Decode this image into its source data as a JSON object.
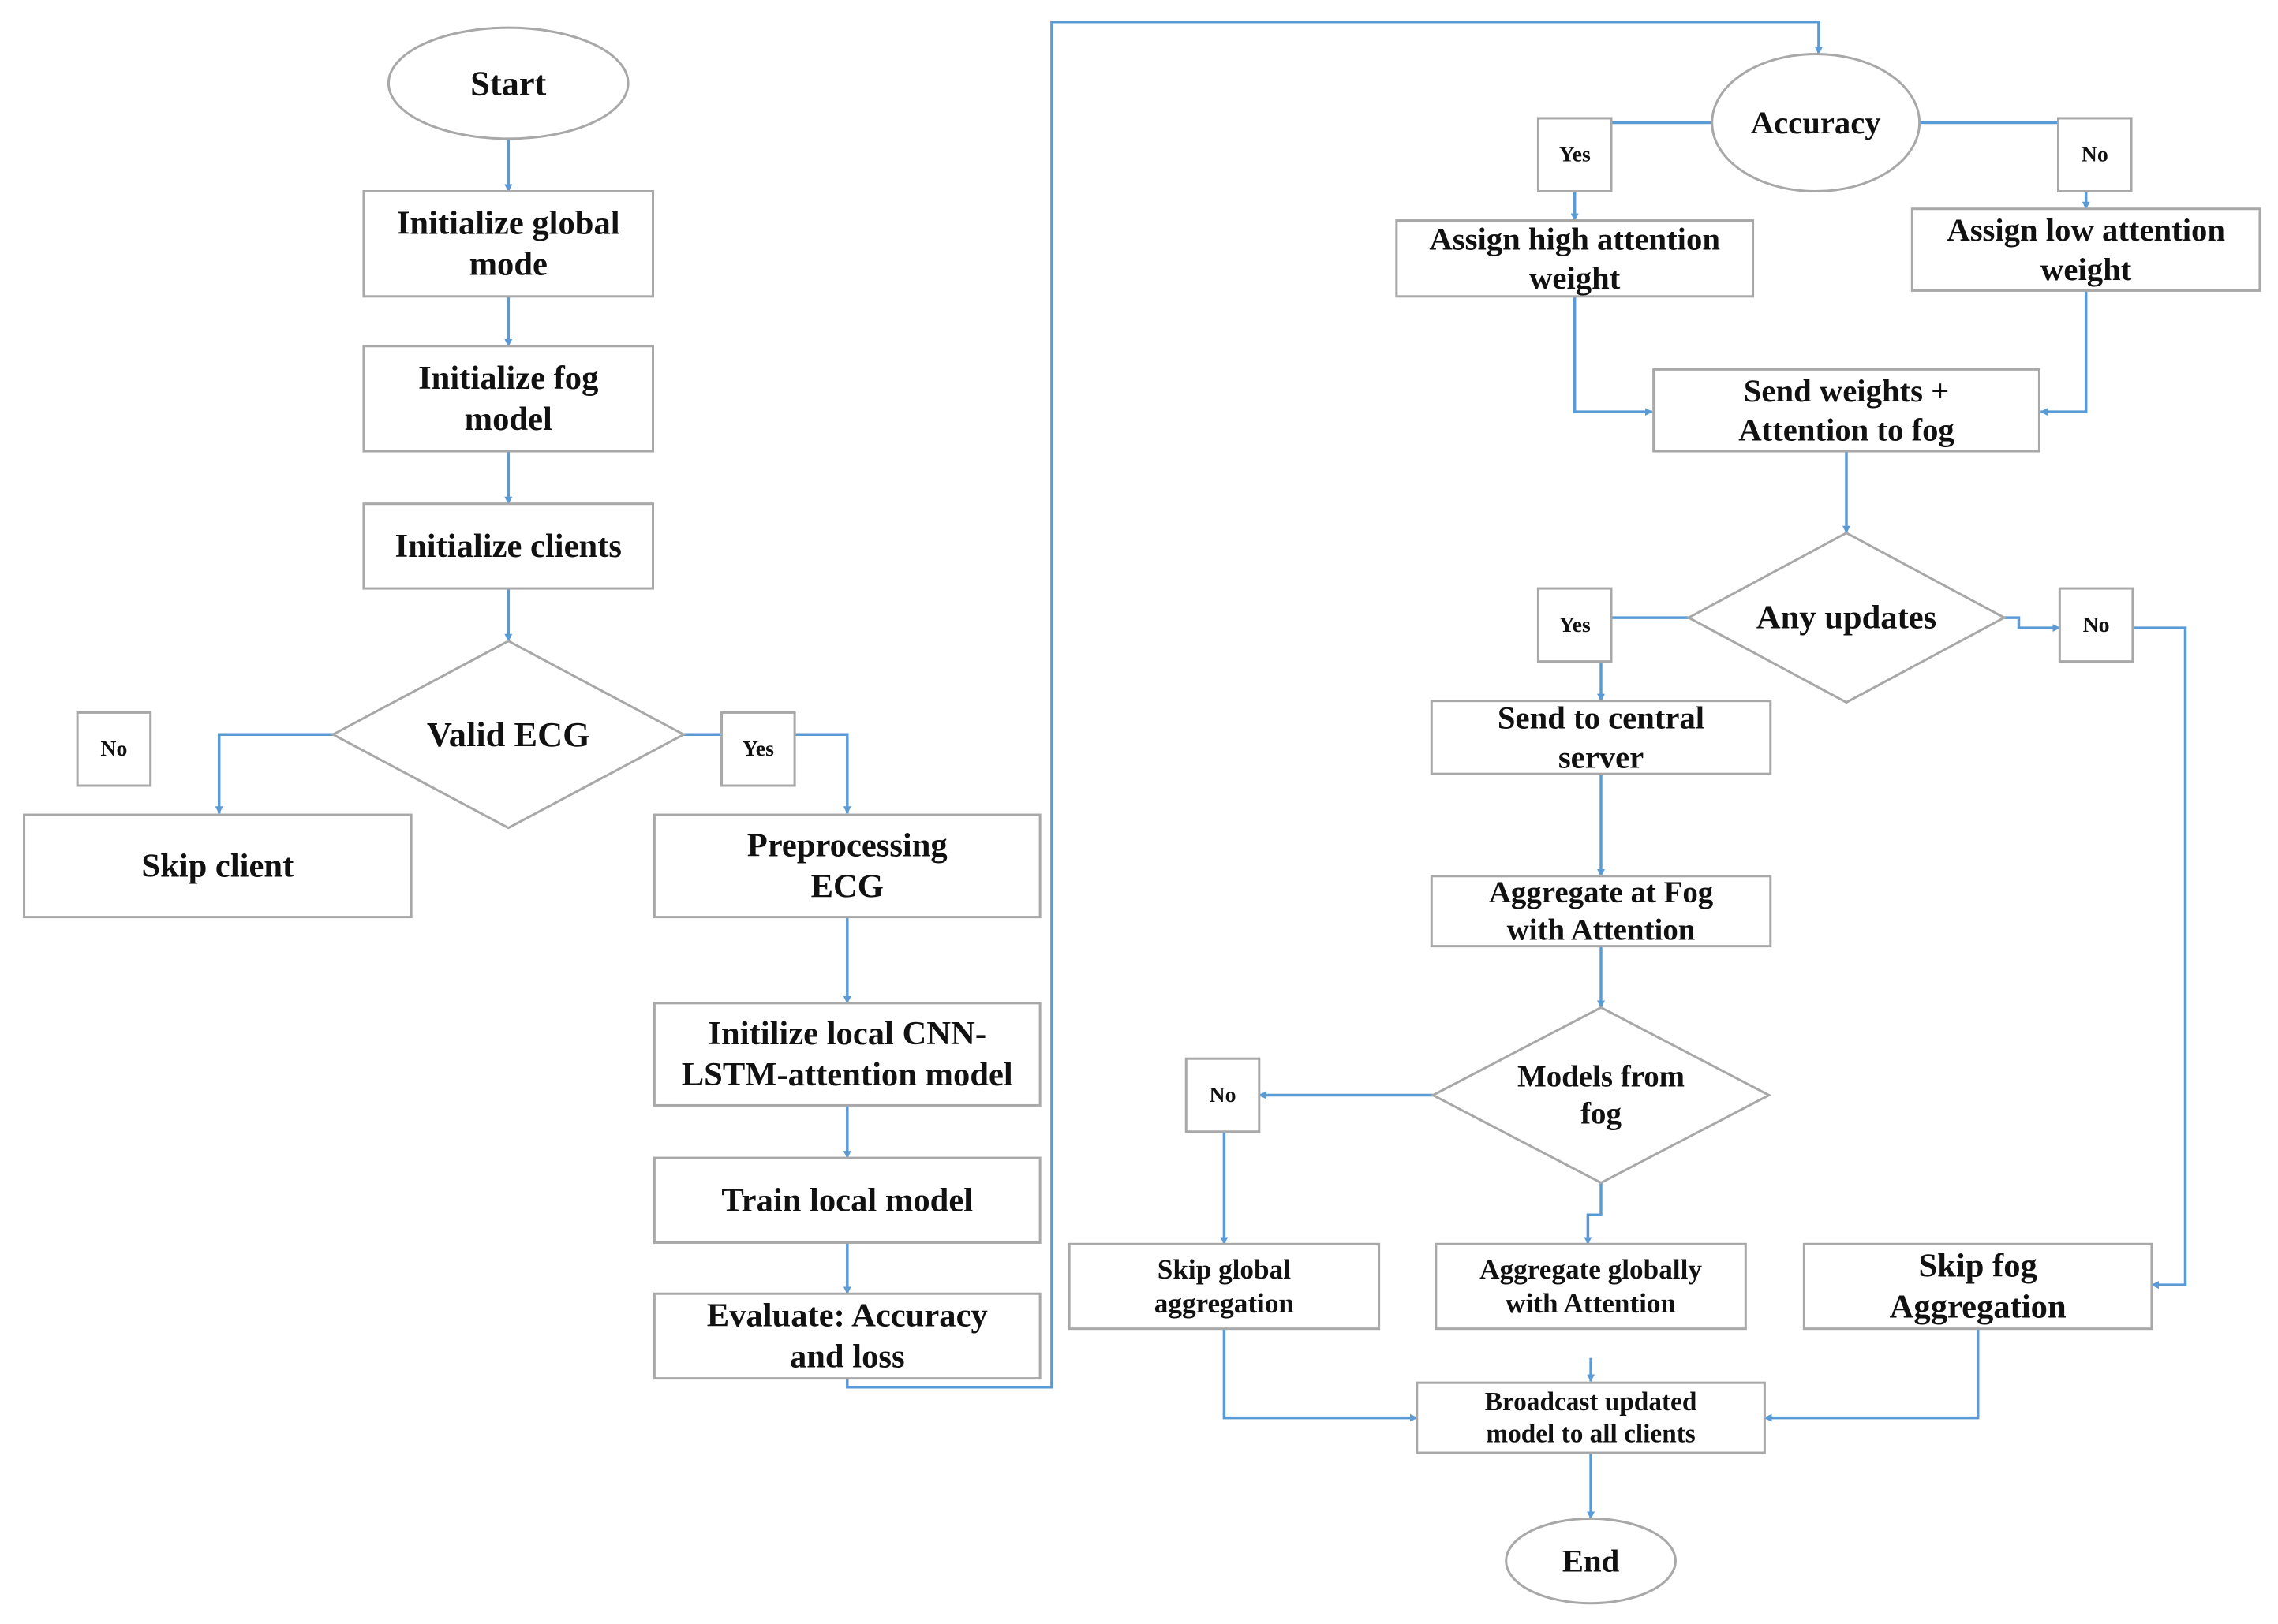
{
  "colors": {
    "connector": "#5b9bd5",
    "node_border": "#a8a8a8",
    "text": "#111111"
  },
  "nodes": [
    {
      "id": "start",
      "shape": "ellipse",
      "lines": [
        "Start"
      ]
    },
    {
      "id": "init_global",
      "shape": "rect",
      "lines": [
        "Initialize global",
        "mode"
      ]
    },
    {
      "id": "init_fog",
      "shape": "rect",
      "lines": [
        "Initialize fog",
        "model"
      ]
    },
    {
      "id": "init_clients",
      "shape": "rect",
      "lines": [
        "Initialize clients"
      ]
    },
    {
      "id": "valid_ecg",
      "shape": "diamond",
      "lines": [
        "Valid ECG"
      ]
    },
    {
      "id": "no_valid",
      "shape": "rect",
      "lines": [
        "No"
      ]
    },
    {
      "id": "yes_valid",
      "shape": "rect",
      "lines": [
        "Yes"
      ]
    },
    {
      "id": "skip_client",
      "shape": "rect",
      "lines": [
        "Skip client"
      ]
    },
    {
      "id": "preprocessing",
      "shape": "rect",
      "lines": [
        "Preprocessing",
        "ECG"
      ]
    },
    {
      "id": "init_local",
      "shape": "rect",
      "lines": [
        "Initilize local CNN-",
        "LSTM-attention model"
      ]
    },
    {
      "id": "train_local",
      "shape": "rect",
      "lines": [
        "Train local model"
      ]
    },
    {
      "id": "evaluate",
      "shape": "rect",
      "lines": [
        "Evaluate: Accuracy",
        "and loss"
      ]
    },
    {
      "id": "accuracy",
      "shape": "ellipse",
      "lines": [
        "Accuracy"
      ]
    },
    {
      "id": "yes_acc",
      "shape": "rect",
      "lines": [
        "Yes"
      ]
    },
    {
      "id": "no_acc",
      "shape": "rect",
      "lines": [
        "No"
      ]
    },
    {
      "id": "high_att",
      "shape": "rect",
      "lines": [
        "Assign high attention",
        "weight"
      ]
    },
    {
      "id": "low_att",
      "shape": "rect",
      "lines": [
        "Assign low attention",
        "weight"
      ]
    },
    {
      "id": "send_weights",
      "shape": "rect",
      "lines": [
        "Send weights +",
        "Attention to fog"
      ]
    },
    {
      "id": "any_updates",
      "shape": "diamond",
      "lines": [
        "Any updates"
      ]
    },
    {
      "id": "yes_upd",
      "shape": "rect",
      "lines": [
        "Yes"
      ]
    },
    {
      "id": "no_upd",
      "shape": "rect",
      "lines": [
        "No"
      ]
    },
    {
      "id": "send_central",
      "shape": "rect",
      "lines": [
        "Send to central",
        "server"
      ]
    },
    {
      "id": "agg_fog",
      "shape": "rect",
      "lines": [
        "Aggregate at Fog",
        "with Attention"
      ]
    },
    {
      "id": "models_fog",
      "shape": "diamond",
      "lines": [
        "Models from",
        "fog"
      ]
    },
    {
      "id": "no_models",
      "shape": "rect",
      "lines": [
        "No"
      ]
    },
    {
      "id": "skip_global",
      "shape": "rect",
      "lines": [
        "Skip global",
        "aggregation"
      ]
    },
    {
      "id": "agg_global",
      "shape": "rect",
      "lines": [
        "Aggregate globally",
        "with Attention"
      ]
    },
    {
      "id": "skip_fog",
      "shape": "rect",
      "lines": [
        "Skip fog",
        "Aggregation"
      ]
    },
    {
      "id": "broadcast",
      "shape": "rect",
      "lines": [
        "Broadcast updated",
        "model to all clients"
      ]
    },
    {
      "id": "end",
      "shape": "ellipse",
      "lines": [
        "End"
      ]
    }
  ],
  "edges": [
    {
      "from": "start",
      "to": "init_global"
    },
    {
      "from": "init_global",
      "to": "init_fog"
    },
    {
      "from": "init_fog",
      "to": "init_clients"
    },
    {
      "from": "init_clients",
      "to": "valid_ecg"
    },
    {
      "from": "valid_ecg",
      "to": "skip_client",
      "label": "No"
    },
    {
      "from": "valid_ecg",
      "to": "preprocessing",
      "label": "Yes"
    },
    {
      "from": "preprocessing",
      "to": "init_local"
    },
    {
      "from": "init_local",
      "to": "train_local"
    },
    {
      "from": "train_local",
      "to": "evaluate"
    },
    {
      "from": "evaluate",
      "to": "accuracy"
    },
    {
      "from": "accuracy",
      "to": "high_att",
      "label": "Yes"
    },
    {
      "from": "accuracy",
      "to": "low_att",
      "label": "No"
    },
    {
      "from": "high_att",
      "to": "send_weights"
    },
    {
      "from": "low_att",
      "to": "send_weights"
    },
    {
      "from": "send_weights",
      "to": "any_updates"
    },
    {
      "from": "any_updates",
      "to": "send_central",
      "label": "Yes"
    },
    {
      "from": "any_updates",
      "to": "skip_fog",
      "label": "No"
    },
    {
      "from": "send_central",
      "to": "agg_fog"
    },
    {
      "from": "agg_fog",
      "to": "models_fog"
    },
    {
      "from": "models_fog",
      "to": "skip_global",
      "label": "No"
    },
    {
      "from": "models_fog",
      "to": "agg_global"
    },
    {
      "from": "skip_global",
      "to": "broadcast"
    },
    {
      "from": "agg_global",
      "to": "broadcast"
    },
    {
      "from": "skip_fog",
      "to": "broadcast"
    },
    {
      "from": "broadcast",
      "to": "end"
    }
  ]
}
